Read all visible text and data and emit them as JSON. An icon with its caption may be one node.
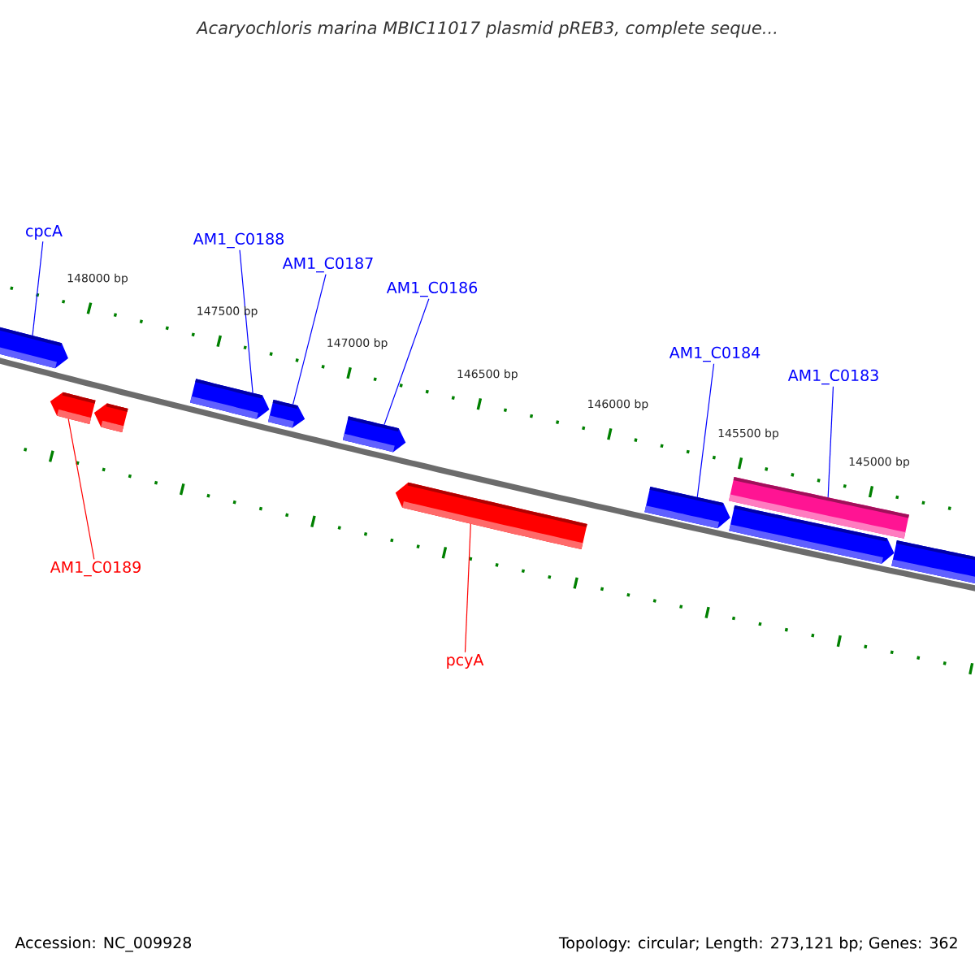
{
  "diagram": {
    "title": "Acaryochloris marina MBIC11017 plasmid pREB3, complete seque...",
    "nodes": [
      {
        "text": [
          "cpcA"
        ]
      },
      {
        "text": [
          "AM1_C0188"
        ]
      },
      {
        "text": [
          "AM1_C0187"
        ]
      },
      {
        "text": [
          "AM1_C0186"
        ]
      },
      {
        "text": [
          "AM1_C0184"
        ]
      },
      {
        "text": [
          "AM1_C0183"
        ]
      },
      {
        "text": [],
        "shape": "arrow"
      },
      {
        "text": [],
        "shape": "arrow"
      },
      {
        "text": [],
        "shape": "arrow"
      },
      {
        "text": [],
        "shape": "arrow"
      },
      {
        "text": [],
        "shape": "arrow"
      },
      {
        "text": [],
        "shape": "bar"
      },
      {
        "text": [],
        "shape": "arrow"
      },
      {
        "text": [],
        "shape": "arrow"
      },
      {
        "text": [],
        "shape": "arrow"
      },
      {
        "text": [],
        "shape": "arrow"
      },
      {
        "text": [],
        "shape": "arrow"
      },
      {
        "text": [
          "AM1_C0189"
        ]
      },
      {
        "text": [
          "pcyA"
        ]
      }
    ],
    "edges": [
      {
        "from": 0,
        "to": 6,
        "arrow": "none"
      },
      {
        "from": 1,
        "to": 7,
        "arrow": "none"
      },
      {
        "from": 2,
        "to": 8,
        "arrow": "none"
      },
      {
        "from": 3,
        "to": 9,
        "arrow": "none"
      },
      {
        "from": 4,
        "to": 10,
        "arrow": "none"
      },
      {
        "from": 5,
        "to": 11,
        "arrow": "none"
      },
      {
        "from": 17,
        "to": 14,
        "arrow": "none",
        "color": "#ff0000"
      },
      {
        "from": 18,
        "to": 16,
        "arrow": "none",
        "color": "#ff0000"
      }
    ],
    "labels": [
      "148000 bp",
      "147500 bp",
      "147000 bp",
      "146500 bp",
      "146000 bp",
      "145500 bp",
      "145000 bp",
      "Accession: NC_009928",
      "Topology: circular; Length: 273,121 bp; Genes: 362"
    ]
  }
}
